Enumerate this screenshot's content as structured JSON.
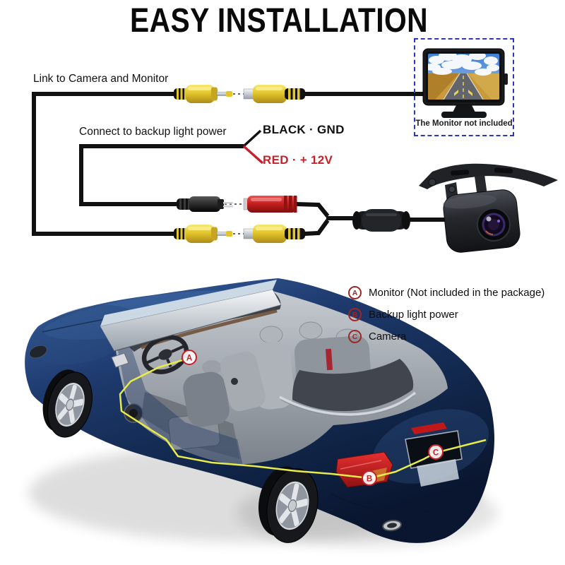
{
  "title": "EASY INSTALLATION",
  "wiring": {
    "link_label": "Link to Camera and Monitor",
    "connect_label": "Connect to backup light power",
    "ground_label": "BLACK · GND",
    "power_label": "RED · + 12V"
  },
  "monitor_box": {
    "caption": "The Monitor not included"
  },
  "legend": {
    "items": [
      {
        "key": "A",
        "label": "Monitor (Not included in the package)"
      },
      {
        "key": "B",
        "label": "Backup light power"
      },
      {
        "key": "C",
        "label": "Camera"
      }
    ]
  },
  "colors": {
    "accent_red": "#c81f28",
    "marker_red": "#a02626",
    "connector_yellow": "#e8c930",
    "dashed_box_blue": "#2b35c0",
    "car_body_blue": "#1c3766",
    "wire_black": "#111111"
  }
}
